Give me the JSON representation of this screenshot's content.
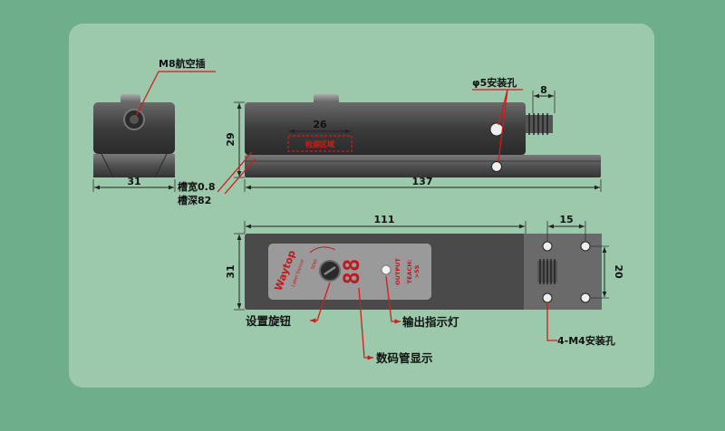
{
  "callouts": {
    "m8_connector": "M8航空插",
    "mount_hole_phi5": "φ5安装孔",
    "slot_width": "槽宽0.8",
    "slot_depth": "槽深82",
    "knob": "设置旋钮",
    "output_indicator": "输出指示灯",
    "digital_display": "数码管显示",
    "m4_holes": "4-M4安装孔",
    "red_box": "检测区域"
  },
  "dimensions": {
    "front_width": "31",
    "side_height": "29",
    "slot_length": "26",
    "total_length": "137",
    "connector_length": "8",
    "top_length": "111",
    "tail_length": "15",
    "top_height": "31",
    "hole_spacing": "20"
  },
  "faceplate": {
    "brand": "Waytop",
    "subtitle": "Label Sensor",
    "display_digits": "88",
    "output_label": "OUTPUT",
    "teach_label": "TEACH:",
    "teach_value": ">5S",
    "knob_label": "SENS"
  },
  "colors": {
    "background": "#6fae8a",
    "panel": "#9cc9ac",
    "leader": "#d61a1a",
    "body": "#4a4a4a"
  }
}
